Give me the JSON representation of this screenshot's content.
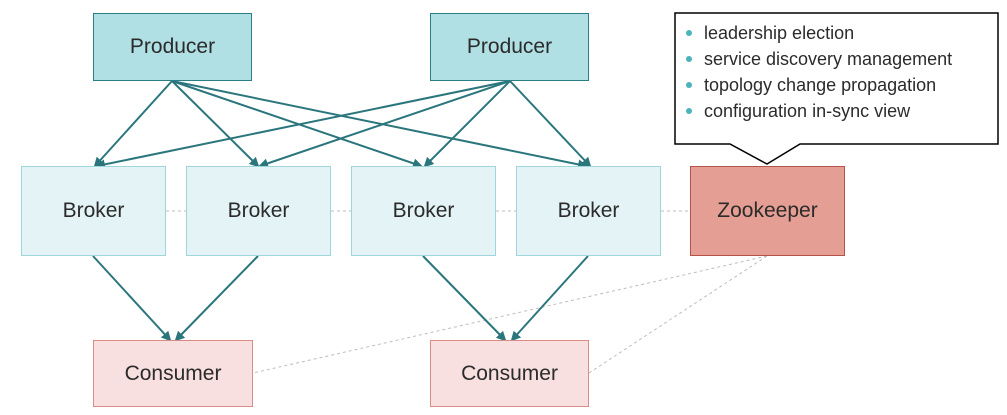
{
  "nodes": {
    "producer_1": "Producer",
    "producer_2": "Producer",
    "broker_1": "Broker",
    "broker_2": "Broker",
    "broker_3": "Broker",
    "broker_4": "Broker",
    "zookeeper": "Zookeeper",
    "consumer_1": "Consumer",
    "consumer_2": "Consumer"
  },
  "callout": {
    "items": [
      "leadership election",
      "service discovery management",
      "topology change propagation",
      "configuration in-sync view"
    ]
  },
  "colors": {
    "arrow": "#2a767c",
    "producer_fill": "#b0e0e4",
    "broker_fill": "#e4f4f6",
    "consumer_fill": "#f7e0df",
    "zookeeper_fill": "#e59e93",
    "bullet": "#4bb3bd",
    "dotted_line": "#bdbdbd"
  }
}
